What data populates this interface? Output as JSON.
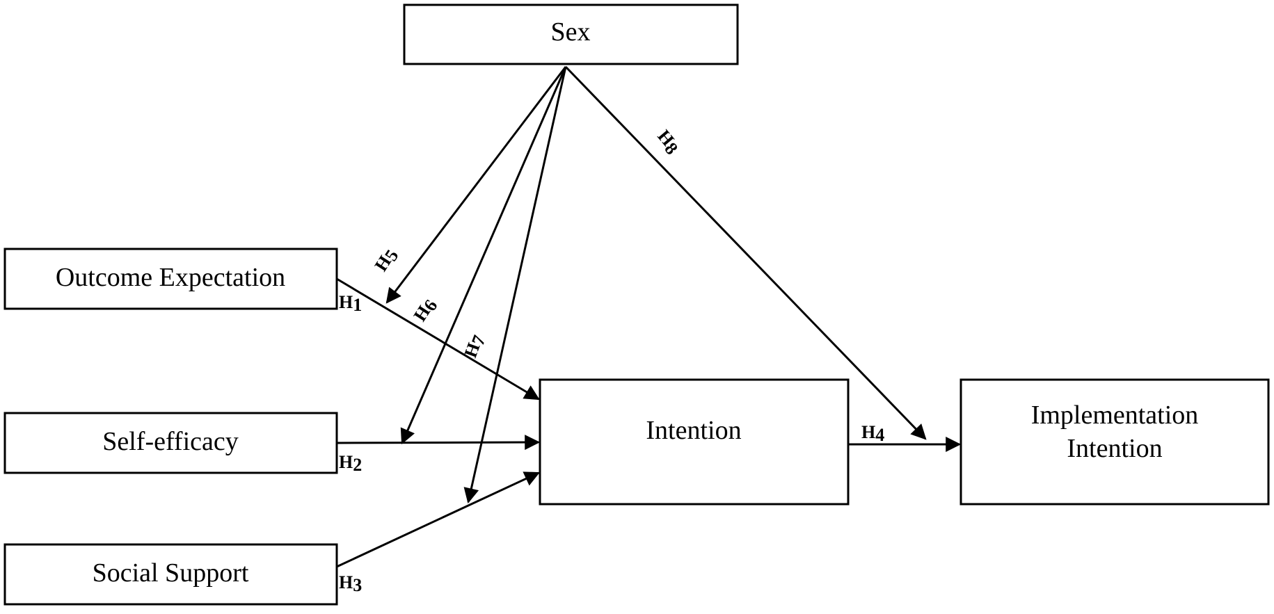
{
  "nodes": {
    "sex": "Sex",
    "outcome_expectation": "Outcome Expectation",
    "self_efficacy": "Self-efficacy",
    "social_support": "Social Support",
    "intention": "Intention",
    "implementation_intention_line1": "Implementation",
    "implementation_intention_line2": "Intention"
  },
  "hypotheses": {
    "h1": {
      "letter": "H",
      "sub": "1"
    },
    "h2": {
      "letter": "H",
      "sub": "2"
    },
    "h3": {
      "letter": "H",
      "sub": "3"
    },
    "h4": {
      "letter": "H",
      "sub": "4"
    },
    "h5": {
      "letter": "H",
      "sub": "5"
    },
    "h6": {
      "letter": "H",
      "sub": "6"
    },
    "h7": {
      "letter": "H",
      "sub": "7"
    },
    "h8": {
      "letter": "H",
      "sub": "8"
    }
  },
  "colors": {
    "stroke": "#000000",
    "background": "#ffffff"
  }
}
